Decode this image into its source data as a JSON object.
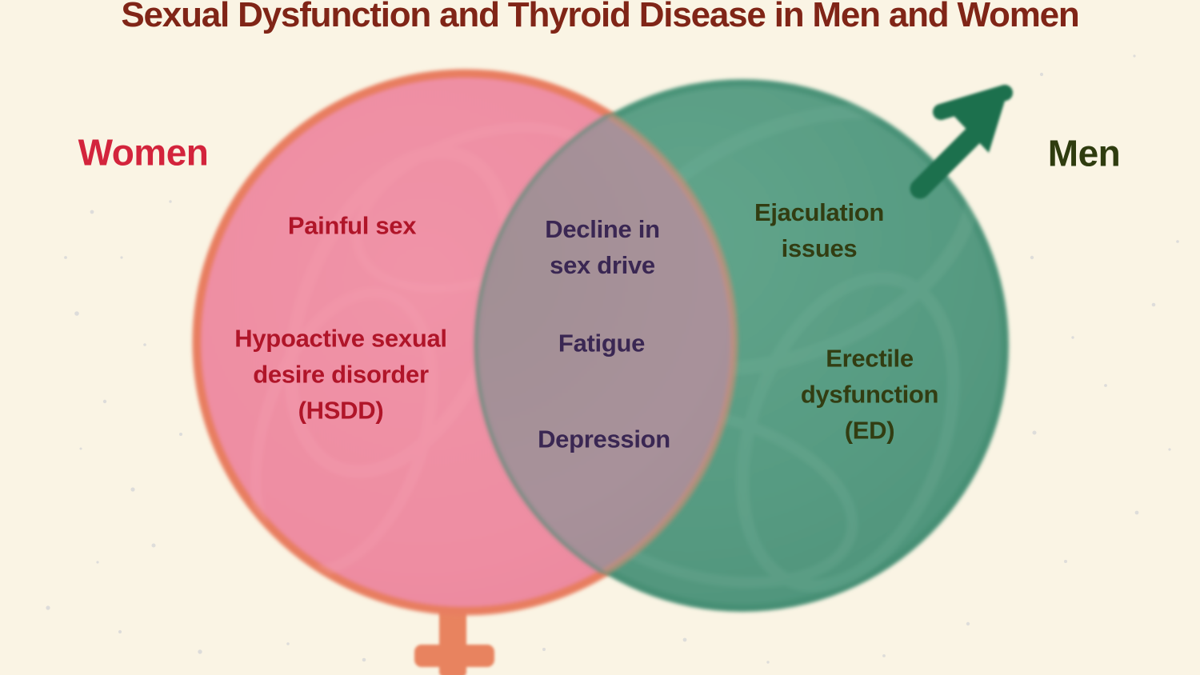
{
  "title": "Sexual Dysfunction and Thyroid Disease in Men and Women",
  "diagram": {
    "type": "venn",
    "left_set": {
      "label": "Women",
      "symbol": "female",
      "items": [
        "Painful sex",
        "Hypoactive sexual\ndesire disorder\n(HSDD)"
      ]
    },
    "right_set": {
      "label": "Men",
      "symbol": "male",
      "items": [
        "Ejaculation\nissues",
        "Erectile\ndysfunction\n(ED)"
      ]
    },
    "intersection": {
      "items": [
        "Decline in\nsex drive",
        "Fatigue",
        "Depression"
      ]
    }
  },
  "colors": {
    "background": "#faf4e4",
    "title_text": "#802517",
    "women_label_text": "#d3243c",
    "men_label_text": "#2f3c0f",
    "women_circle_fill": "#ee8da2",
    "women_circle_outline": "#e87e60",
    "men_circle_fill": "#569a81",
    "men_circle_rim": "#3f8a6f",
    "intersection_fill": "#a8919a",
    "women_item_text": "#b01529",
    "men_item_text": "#323d12",
    "intersection_item_text": "#3a2753",
    "female_symbol": "#e8835f",
    "male_symbol": "#1e6f4e",
    "speckle": "#a9b1c9"
  }
}
